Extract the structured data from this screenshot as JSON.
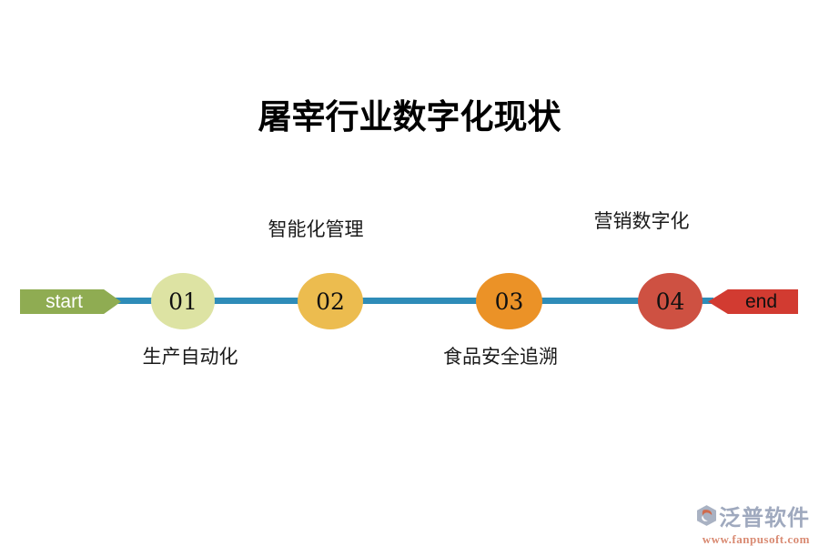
{
  "title": "屠宰行业数字化现状",
  "timeline": {
    "start_label": "start",
    "end_label": "end",
    "line_color": "#2E8CB8",
    "start_color": "#8FAC52",
    "end_color": "#D23B31",
    "steps": [
      {
        "number": "01",
        "label": "生产自动化",
        "label_position": "below",
        "color": "#DDE3A3"
      },
      {
        "number": "02",
        "label": "智能化管理",
        "label_position": "above",
        "color": "#ECBC4F"
      },
      {
        "number": "03",
        "label": "食品安全追溯",
        "label_position": "below",
        "color": "#EB9227"
      },
      {
        "number": "04",
        "label": "营销数字化",
        "label_position": "above",
        "color": "#CE5142"
      }
    ]
  },
  "watermark": {
    "brand": "泛普软件",
    "url": "www.fanpusoft.com",
    "brand_color": "#9FA9BE",
    "url_color": "#D98A72",
    "logo_icon": "fanpu-hexagon-logo",
    "logo_colors": {
      "hexagon": "#A9B2C3",
      "swoosh": "#CF6B4E"
    }
  }
}
